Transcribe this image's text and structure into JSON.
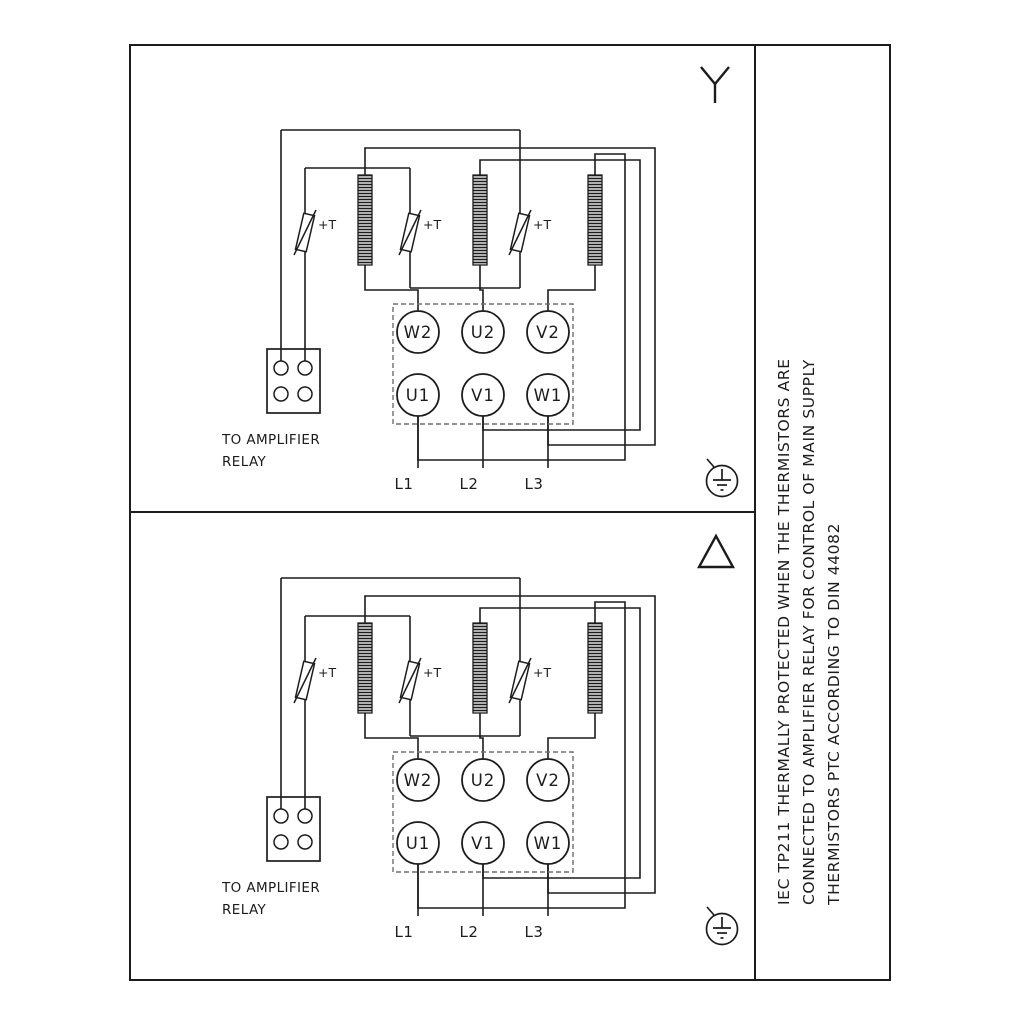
{
  "colors": {
    "ink": "#1c1c1c",
    "background": "#ffffff",
    "terminal_box_dash": "#6e6e6e"
  },
  "circuit": {
    "terminal_rows": {
      "top": [
        "W2",
        "U2",
        "V2"
      ],
      "bottom": [
        "U1",
        "V1",
        "W1"
      ]
    },
    "supply_labels": [
      "L1",
      "L2",
      "L3"
    ],
    "thermistor_label": "+T",
    "relay_caption": {
      "line1": "TO AMPLIFIER",
      "line2": "RELAY"
    }
  },
  "panels": [
    {
      "id": "star-connection",
      "connection_symbol": "star"
    },
    {
      "id": "delta-connection",
      "connection_symbol": "delta"
    }
  ],
  "side_note": {
    "lines": [
      "IEC TP211 THERMALLY PROTECTED WHEN THE THERMISTORS ARE",
      "CONNECTED TO AMPLIFIER RELAY FOR CONTROL OF MAIN SUPPLY",
      "THERMISTORS PTC ACCORDING TO DIN 44082"
    ]
  }
}
